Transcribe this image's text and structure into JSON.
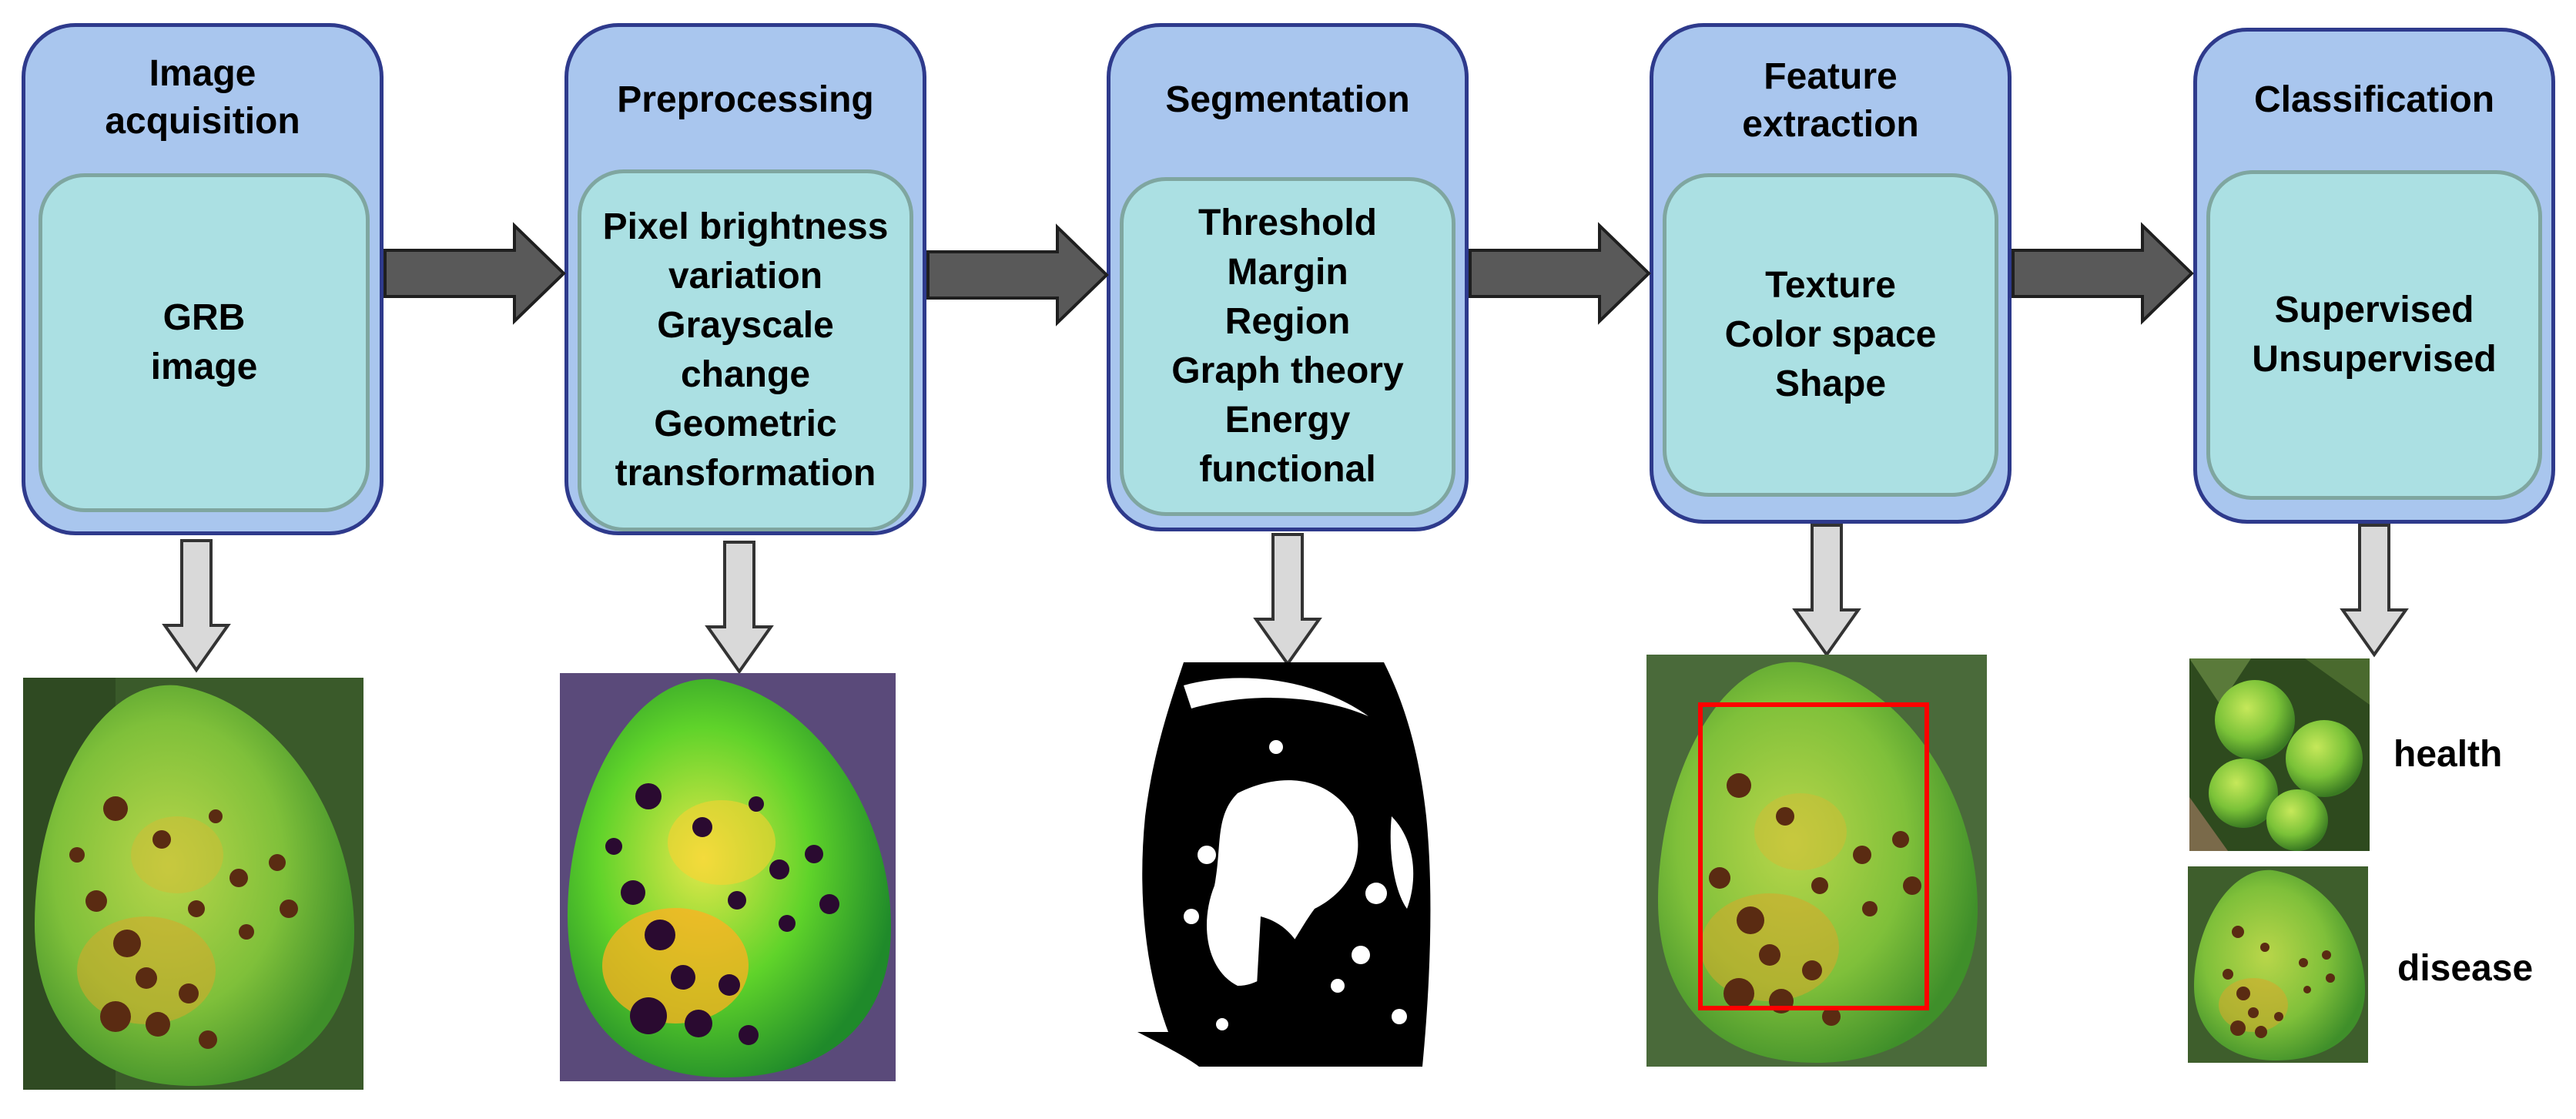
{
  "stages": [
    {
      "title_lines": [
        "Image",
        "acquisition"
      ],
      "items": [
        "GRB",
        "image"
      ]
    },
    {
      "title_lines": [
        "Preprocessing"
      ],
      "items": [
        "Pixel brightness",
        "variation",
        "Grayscale",
        "change",
        "Geometric",
        "transformation"
      ]
    },
    {
      "title_lines": [
        "Segmentation"
      ],
      "items": [
        "Threshold",
        "Margin",
        "Region",
        "Graph theory",
        "Energy",
        "functional"
      ]
    },
    {
      "title_lines": [
        "Feature",
        "extraction"
      ],
      "items": [
        "Texture",
        "Color space",
        "Shape"
      ]
    },
    {
      "title_lines": [
        "Classification"
      ],
      "items": [
        "Supervised",
        "Unsupervised"
      ]
    }
  ],
  "results": {
    "health_label": "health",
    "disease_label": "disease"
  },
  "colors": {
    "outer_box": "#a9c6ee",
    "outer_border": "#2e3a8c",
    "inner_box": "#abe0e3",
    "flow_arrow": "#595959",
    "down_arrow": "#d9d9d9",
    "feature_bbox": "#ff0000"
  }
}
